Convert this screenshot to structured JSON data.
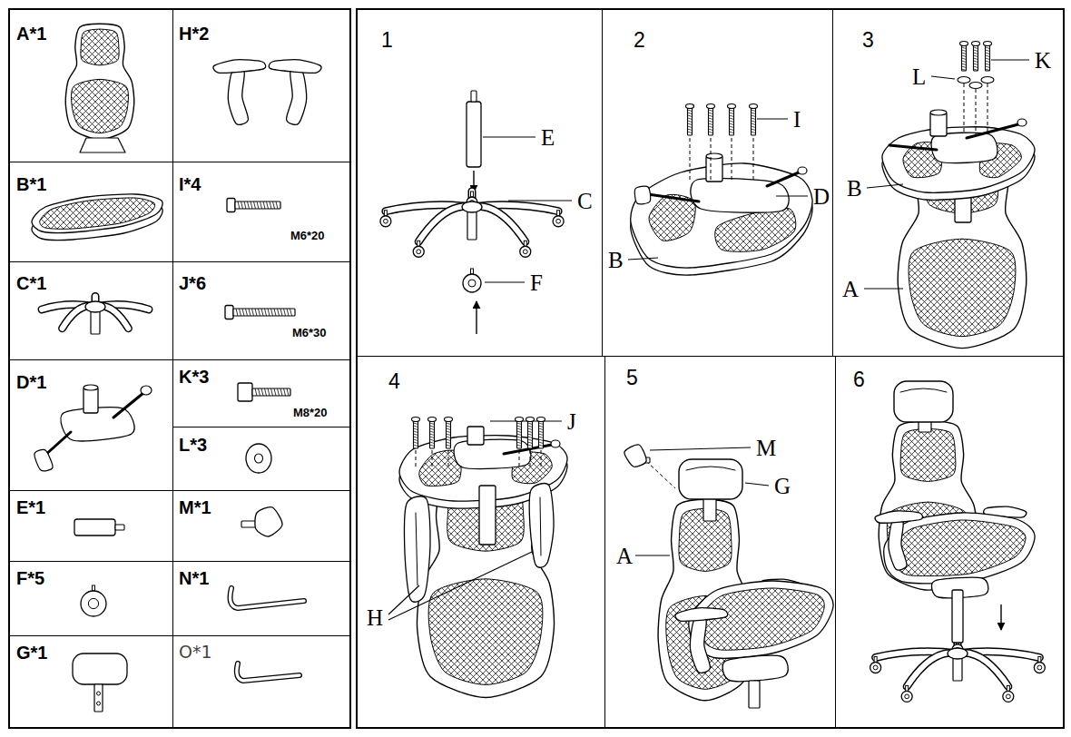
{
  "diagram": {
    "nodes": [
      {
        "text": [
          "A*1"
        ]
      },
      {
        "text": [
          "H*2"
        ]
      },
      {
        "text": [
          "B*1"
        ]
      },
      {
        "text": [
          "I*4",
          "M6*20"
        ]
      },
      {
        "text": [
          "C*1"
        ]
      },
      {
        "text": [
          "J*6",
          "M6*30"
        ]
      },
      {
        "text": [
          "D*1"
        ]
      },
      {
        "text": [
          "K*3",
          "M8*20"
        ]
      },
      {
        "text": [
          "L*3"
        ]
      },
      {
        "text": [
          "E*1"
        ]
      },
      {
        "text": [
          "M*1"
        ]
      },
      {
        "text": [
          "F*5"
        ]
      },
      {
        "text": [
          "N*1"
        ]
      },
      {
        "text": [
          "G*1"
        ]
      },
      {
        "text": [
          "O*1"
        ]
      },
      {
        "text": [
          "1",
          "E",
          "C",
          "F"
        ]
      },
      {
        "text": [
          "2",
          "I",
          "D",
          "B"
        ]
      },
      {
        "text": [
          "3",
          "K",
          "L",
          "B",
          "A"
        ]
      },
      {
        "text": [
          "4",
          "J",
          "H"
        ]
      },
      {
        "text": [
          "5",
          "M",
          "G",
          "A"
        ]
      },
      {
        "text": [
          "6"
        ]
      }
    ]
  }
}
